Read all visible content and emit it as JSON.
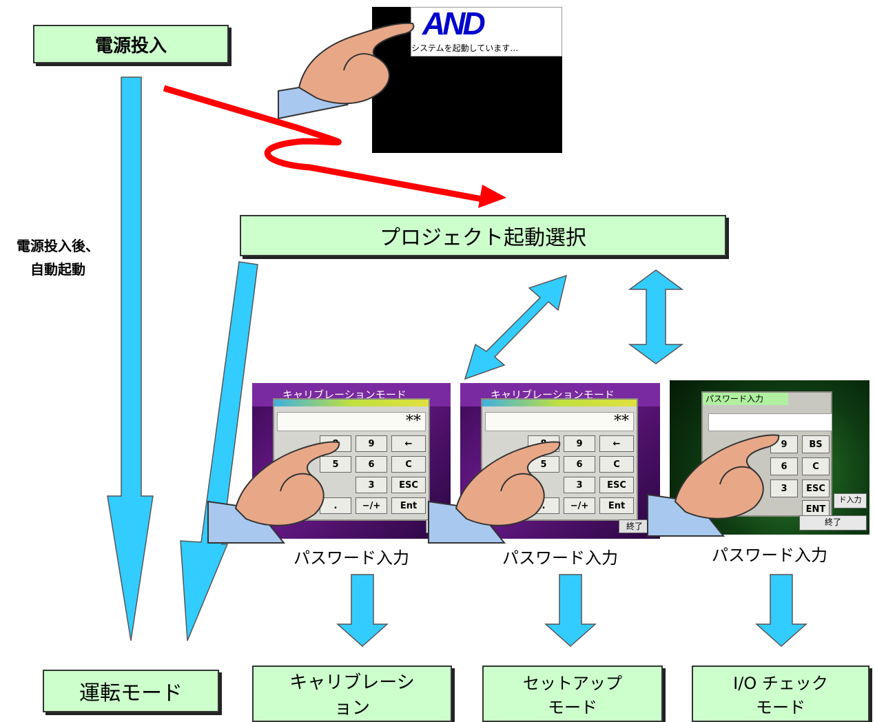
{
  "power_on_label": "電源投入",
  "auto_start_label": [
    "電源投入後、",
    "自動起動"
  ],
  "boot_screen": {
    "logo_text": "AND",
    "status_text": "システムを起動しています…"
  },
  "project_select_label": "プロジェクト起動選択",
  "run_mode_label": "運転モード",
  "password_caption": "パスワード入力",
  "panels": [
    {
      "title": "キャリブレーションモード",
      "display_value": "**",
      "keys": [
        "8",
        "9",
        "←",
        "5",
        "6",
        "C",
        "3",
        "ESC",
        ".",
        "−/+",
        "Ent"
      ],
      "footer_button": "終了"
    },
    {
      "title": "キャリブレーションモード",
      "display_value": "**",
      "keys": [
        "8",
        "9",
        "←",
        "5",
        "6",
        "C",
        "3",
        "ESC",
        ".",
        "−/+",
        "Ent"
      ],
      "footer_button": "終了"
    },
    {
      "title": "パスワード入力",
      "display_value": "",
      "keys": [
        "9",
        "BS",
        "6",
        "C",
        "3",
        "ESC",
        "ENT"
      ],
      "footer_button": "終了",
      "side_button": "ド入力"
    }
  ],
  "modes": [
    {
      "lines": [
        "キャリブレーシ",
        "ョン"
      ]
    },
    {
      "lines": [
        "セットアップ",
        "モード"
      ]
    },
    {
      "lines": [
        "I/O チェック",
        "モード"
      ]
    }
  ],
  "colors": {
    "box_fill": "#ccffcc",
    "arrow_blue": "#33ccff",
    "arrow_red": "#ff0000",
    "logo_blue": "#0000cc"
  }
}
